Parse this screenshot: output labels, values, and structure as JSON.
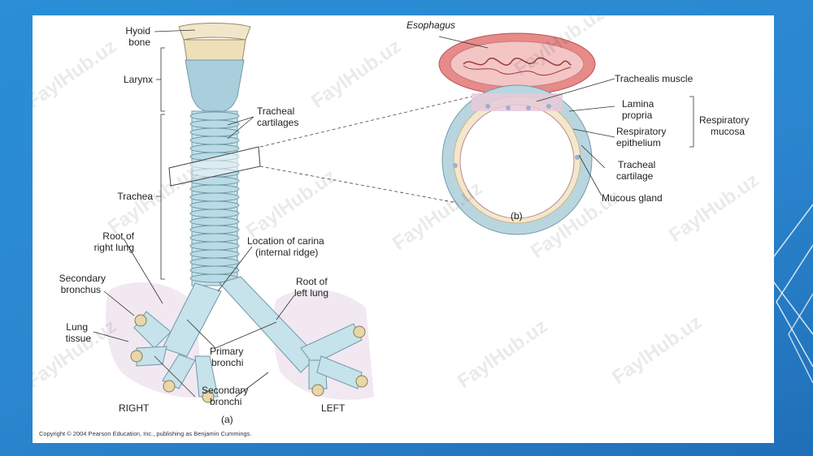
{
  "labels": {
    "hyoid": [
      "Hyoid",
      "bone"
    ],
    "larynx": "Larynx",
    "tracheal_cartilages": [
      "Tracheal",
      "cartilages"
    ],
    "trachea": "Trachea",
    "root_right_lung": [
      "Root of",
      "right lung"
    ],
    "location_carina": [
      "Location of carina",
      "(internal ridge)"
    ],
    "secondary_bronchus": [
      "Secondary",
      "bronchus"
    ],
    "root_left_lung": [
      "Root of",
      "left lung"
    ],
    "lung_tissue": [
      "Lung",
      "tissue"
    ],
    "primary_bronchi": [
      "Primary",
      "bronchi"
    ],
    "secondary_bronchi": [
      "Secondary",
      "bronchi"
    ],
    "right": "RIGHT",
    "left": "LEFT",
    "panel_a": "(a)",
    "esophagus": "Esophagus",
    "trachealis_muscle": "Trachealis muscle",
    "lamina_propria": [
      "Lamina",
      "propria"
    ],
    "respiratory_epithelium": [
      "Respiratory",
      "epithelium"
    ],
    "respiratory_mucosa": [
      "Respiratory",
      "mucosa"
    ],
    "tracheal_cartilage": [
      "Tracheal",
      "cartilage"
    ],
    "mucous_gland": "Mucous gland",
    "panel_b": "(b)"
  },
  "copyright": "Copyright © 2004 Pearson Education, Inc., publishing as Benjamin Cummings.",
  "watermark": "FaylHub.uz"
}
